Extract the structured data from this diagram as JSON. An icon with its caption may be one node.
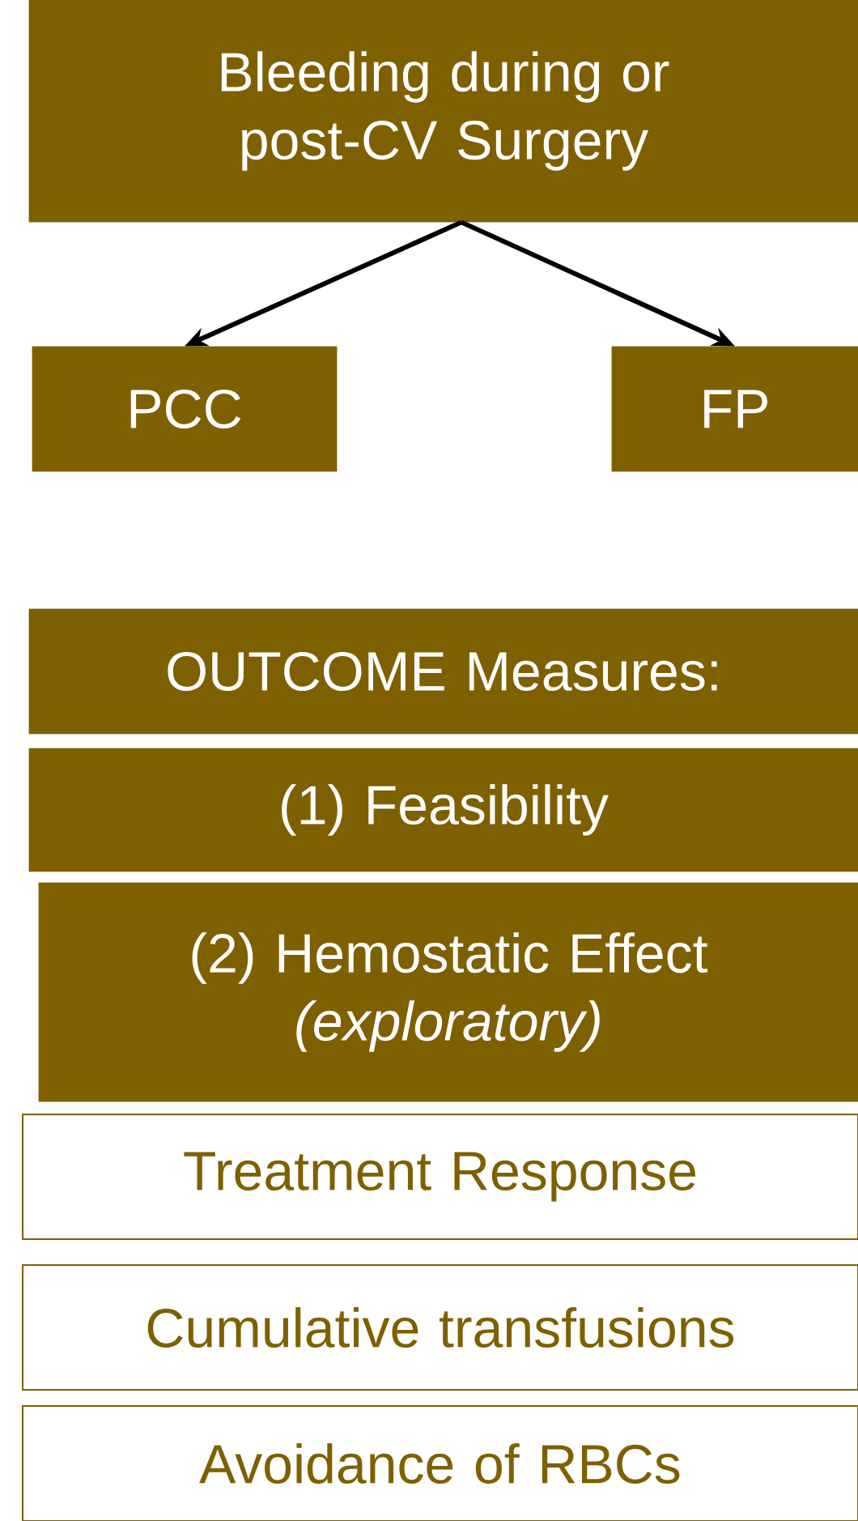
{
  "diagram": {
    "nodes": [
      {
        "text": [
          "Bleeding during or post-CV Surgery"
        ]
      },
      {
        "text": [
          "PCC"
        ]
      },
      {
        "text": [
          "FP"
        ]
      },
      {
        "text": [
          "OUTCOME Measures:"
        ]
      },
      {
        "text": [
          "(1) Feasibility"
        ]
      },
      {
        "text": [
          "(2) Hemostatic Effect",
          "(exploratory)"
        ]
      },
      {
        "text": [
          "Treatment Response"
        ]
      },
      {
        "text": [
          "Cumulative transfusions"
        ]
      },
      {
        "text": [
          "Avoidance of RBCs"
        ]
      }
    ],
    "edges": [
      {
        "from": 0,
        "to": 1,
        "arrow": "to"
      },
      {
        "from": 0,
        "to": 2,
        "arrow": "to"
      }
    ]
  }
}
